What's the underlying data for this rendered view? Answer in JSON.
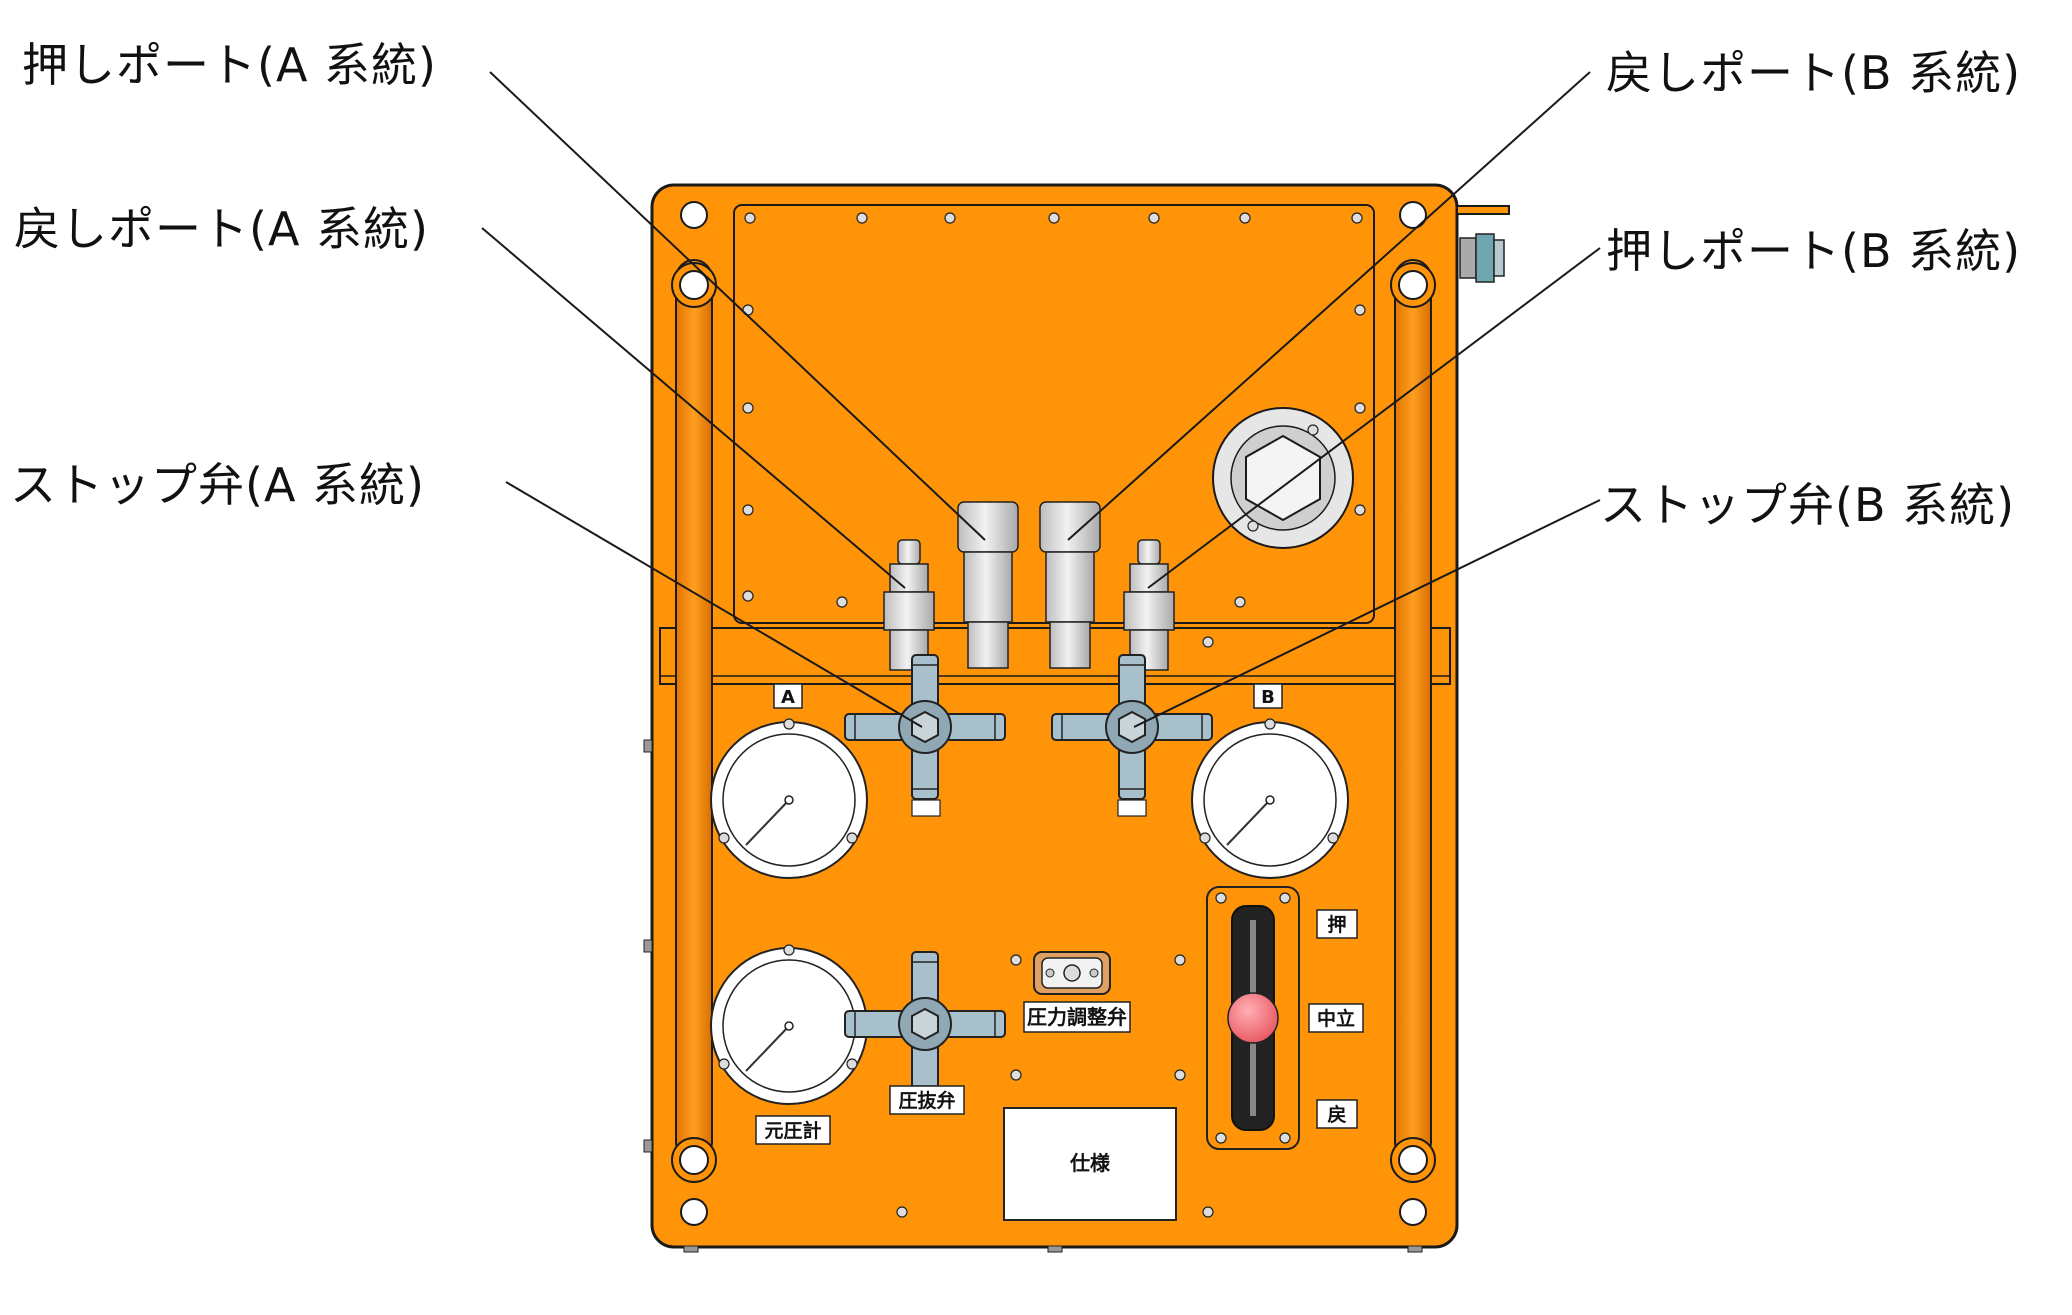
{
  "callouts": {
    "push_port_a": "押しポート(A 系統)",
    "return_port_a": "戻しポート(A 系統)",
    "stop_valve_a": "ストップ弁(A 系統)",
    "return_port_b": "戻しポート(B 系統)",
    "push_port_b": "押しポート(B 系統)",
    "stop_valve_b": "ストップ弁(B 系統)"
  },
  "panel_labels": {
    "gauge_a": "A",
    "gauge_b": "B",
    "source_pressure_gauge": "元圧計",
    "pressure_reducing_valve": "圧抜弁",
    "pressure_regulating_valve": "圧力調整弁",
    "specification": "仕様",
    "lever_push": "押",
    "lever_neutral": "中立",
    "lever_return": "戻"
  },
  "colors": {
    "panel_orange": "#FF9409",
    "dark_orange": "#E07800",
    "outline": "#1a1a1a",
    "valve_blue": "#9FB8C4",
    "knob_red": "#F0707A",
    "metal": "#D8D8D8"
  }
}
